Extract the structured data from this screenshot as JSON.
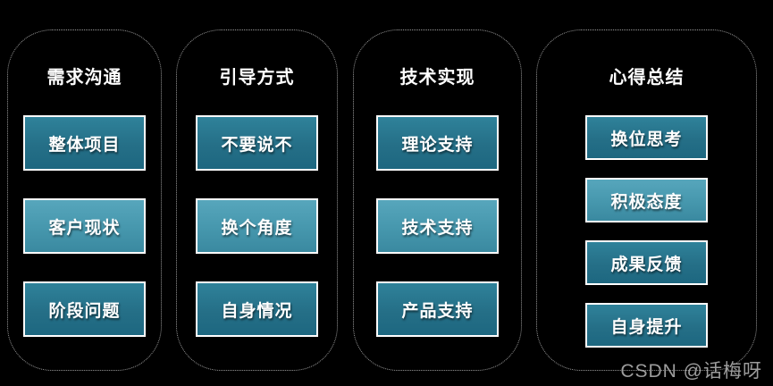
{
  "watermark": "CSDN @话梅呀",
  "colors": {
    "background": "#000000",
    "column_outline": "#9a9a9a",
    "box_border": "#ffffff",
    "box_teal_top": "#2f829a",
    "box_teal_bottom": "#1d6780",
    "box_light_top": "#57a6bc",
    "box_light_bottom": "#3a89a0",
    "text": "#ffffff"
  },
  "columns": [
    {
      "title": "需求沟通",
      "items": [
        {
          "label": "整体项目",
          "variant": "standard"
        },
        {
          "label": "客户现状",
          "variant": "light"
        },
        {
          "label": "阶段问题",
          "variant": "standard"
        }
      ]
    },
    {
      "title": "引导方式",
      "items": [
        {
          "label": "不要说不",
          "variant": "standard"
        },
        {
          "label": "换个角度",
          "variant": "light"
        },
        {
          "label": "自身情况",
          "variant": "standard"
        }
      ]
    },
    {
      "title": "技术实现",
      "items": [
        {
          "label": "理论支持",
          "variant": "standard"
        },
        {
          "label": "技术支持",
          "variant": "light"
        },
        {
          "label": "产品支持",
          "variant": "standard"
        }
      ]
    },
    {
      "title": "心得总结",
      "items": [
        {
          "label": "换位思考",
          "variant": "standard"
        },
        {
          "label": "积极态度",
          "variant": "light"
        },
        {
          "label": "成果反馈",
          "variant": "standard"
        },
        {
          "label": "自身提升",
          "variant": "standard"
        }
      ]
    }
  ]
}
